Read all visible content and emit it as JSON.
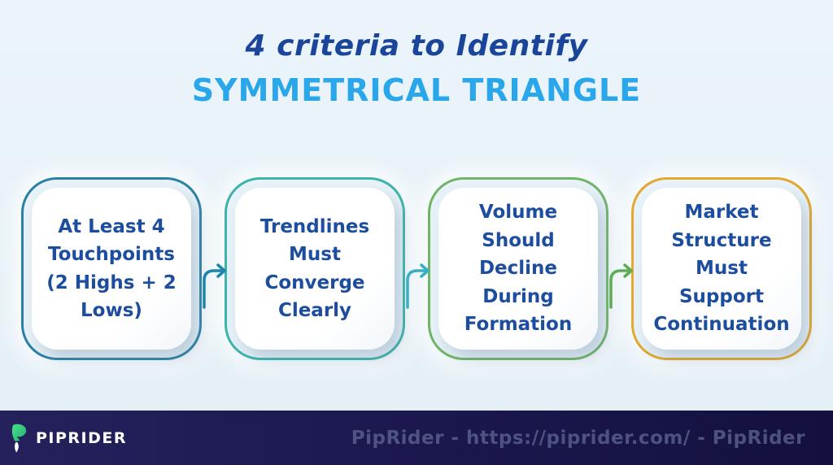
{
  "title": {
    "line1": "4 criteria to Identify",
    "line2": "SYMMETRICAL TRIANGLE",
    "line1_color": "#1a459b",
    "line2_color": "#2aa6ea"
  },
  "criteria": [
    {
      "label": "At Least 4\nTouchpoints\n(2 Highs + 2\nLows)",
      "color": "#2b81a5"
    },
    {
      "label": "Trendlines\nMust Converge\nClearly",
      "color": "#3db4ab"
    },
    {
      "label": "Volume\nShould\nDecline\nDuring\nFormation",
      "color": "#70b566"
    },
    {
      "label": "Market\nStructure\nMust\nSupport\nContinuation",
      "color": "#e2a82f"
    }
  ],
  "arrows": [
    {
      "color": "#1a86ad"
    },
    {
      "color": "#35aec6"
    },
    {
      "color": "#5cad52"
    }
  ],
  "footer": {
    "brand": "PIPRIDER",
    "watermark": "PipRider - https://piprider.com/ - PipRider",
    "bg_color": "#1c1950",
    "logo_green": "#2fd07e"
  },
  "colors": {
    "background": "#e6f1f7",
    "box_fill": "#ffffff",
    "box_text": "#1c4d9f"
  }
}
